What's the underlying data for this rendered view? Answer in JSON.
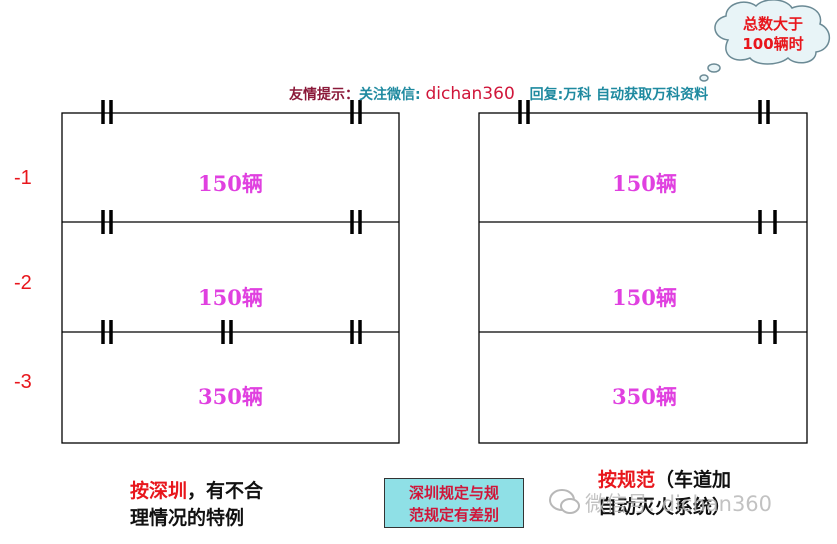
{
  "cloud_note": {
    "line1": "总数大于",
    "line2": "100辆时"
  },
  "tip": {
    "prefix": "友情提示：",
    "follow": "关注微信:",
    "account": "dichan360",
    "reply": "回复:万科 自动获取万科资料"
  },
  "floors": [
    "-1",
    "-2",
    "-3"
  ],
  "left_diagram": {
    "counts": [
      "150辆",
      "150辆",
      "350辆"
    ]
  },
  "right_diagram": {
    "counts": [
      "150辆",
      "150辆",
      "350辆"
    ]
  },
  "captions": {
    "left_red": "按深圳",
    "left_rest": "，有不合",
    "left_line2": "理情况的特例",
    "right_red": "按规范",
    "right_rest": "（车道加",
    "right_line2": "自动灭火系统）"
  },
  "note_box": {
    "line1": "深圳规定与规",
    "line2": "范规定有差别"
  },
  "watermark": "微信号: dichan360"
}
